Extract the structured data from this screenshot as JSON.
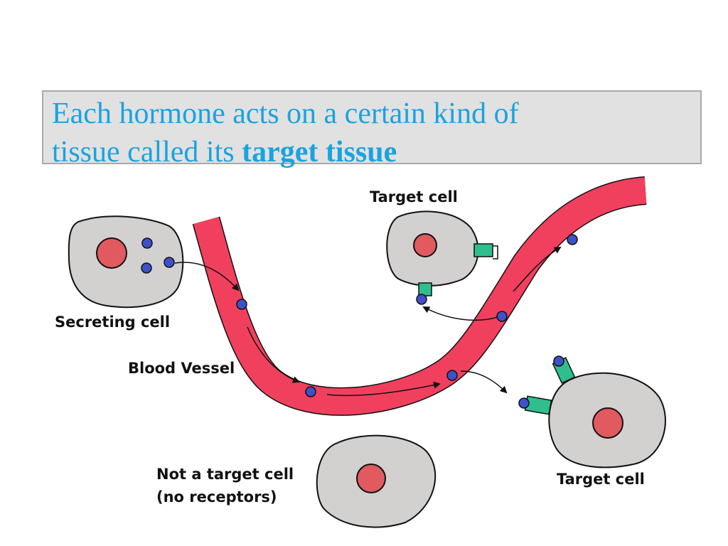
{
  "heading": {
    "line1": "Each hormone acts on a certain kind of",
    "line2_plain": "tissue called its ",
    "line2_bold": "target tissue"
  },
  "labels": {
    "secreting_cell": "Secreting cell",
    "blood_vessel": "Blood Vessel",
    "target_cell_top": "Target cell",
    "target_cell_bottom": "Target cell",
    "not_target_line1": "Not a target cell",
    "not_target_line2": "(no receptors)"
  },
  "colors": {
    "title_text": "#1aa3df",
    "title_box": "#e1e1e1",
    "vessel": "#f0405e",
    "cell_body": "#d3d0d0",
    "nucleus": "#e05a5f",
    "hormone": "#3f51c9",
    "receptor": "#2fbf8f"
  }
}
